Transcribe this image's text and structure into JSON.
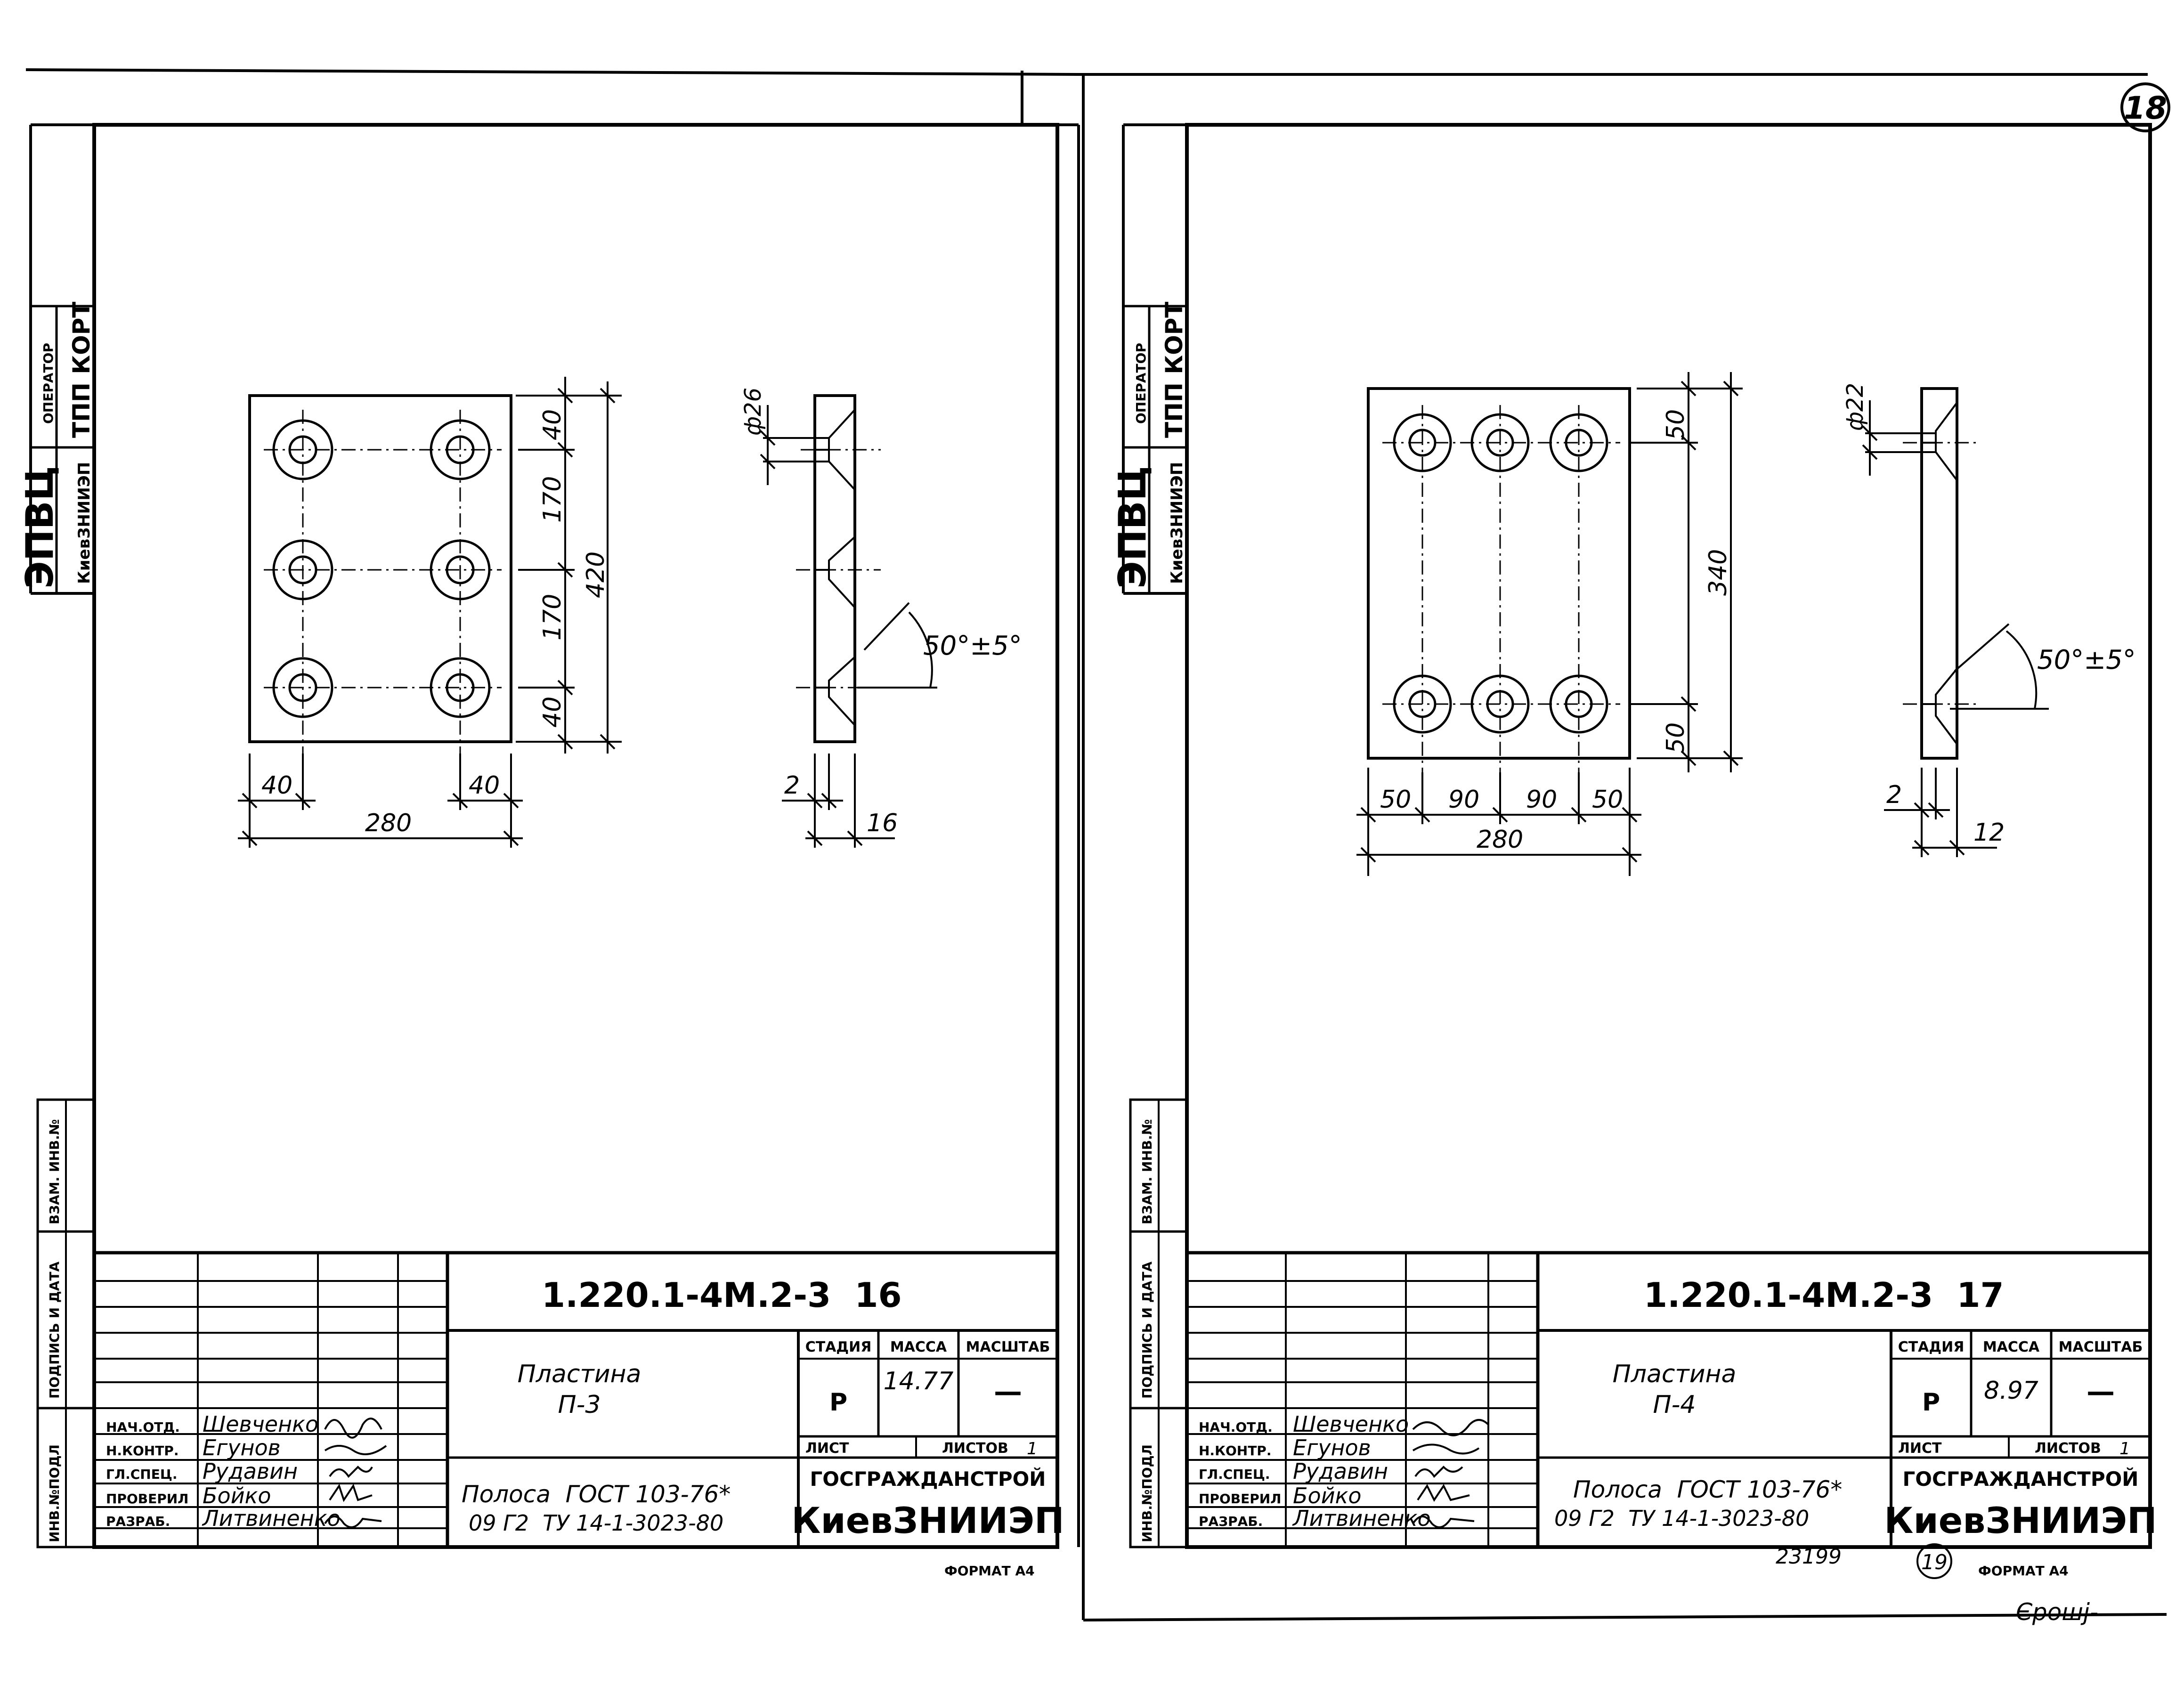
{
  "page_number": "18",
  "sheet_stamp": "19",
  "archive_number": "23199",
  "handwritten_mark": "Єрошј-",
  "sheets": [
    {
      "id": "left",
      "side_stamp": {
        "org": "ЭПВЦ",
        "suborg": "КиевЗНИИЭП",
        "operator_label": "ОПЕРАТОР",
        "operator_value": "ТПП КОРТ"
      },
      "side_labels": {
        "vzam": "ВЗАМ. ИНВ.№",
        "podpis": "ПОДПИСЬ И ДАТА",
        "inv": "ИНВ.№ПОДЛ"
      },
      "drawing": {
        "dims_right": [
          "40",
          "170",
          "170",
          "40"
        ],
        "dim_total_height": "420",
        "dims_bottom": [
          "40",
          "40"
        ],
        "dim_total_width": "280",
        "hole_dia": "ф26",
        "angle": "50°±5°",
        "section_gap": "2",
        "thickness": "16"
      },
      "title_block": {
        "doc_code": "1.220.1-4М.2-3  16",
        "name_line1": "Пластина",
        "name_line2": "П-3",
        "col_stage": "СТАДИЯ",
        "col_mass": "МАССА",
        "col_scale": "МАСШТАБ",
        "stage": "Р",
        "mass": "14.77",
        "scale": "—",
        "sheet_label": "ЛИСТ",
        "sheets_label": "ЛИСТОВ",
        "sheets_count": "1",
        "material_line1": "Полоса  ГОСТ 103-76*",
        "material_line2": "09 Г2  ТУ 14-1-3023-80",
        "org_line1": "ГОСГРАЖДАНСТРОЙ",
        "org_line2": "КиевЗНИИЭП",
        "format": "ФОРМАТ А4",
        "roles": [
          {
            "role": "НАЧ.ОТД.",
            "name": "Шевченко"
          },
          {
            "role": "Н.КОНТР.",
            "name": "Егунов"
          },
          {
            "role": "ГЛ.СПЕЦ.",
            "name": "Рудавин"
          },
          {
            "role": "ПРОВЕРИЛ",
            "name": "Бойко"
          },
          {
            "role": "РАЗРАБ.",
            "name": "Литвиненко"
          }
        ]
      }
    },
    {
      "id": "right",
      "side_stamp": {
        "org": "ЭПВЦ",
        "suborg": "КиевЗНИИЭП",
        "operator_label": "ОПЕРАТОР",
        "operator_value": "ТПП КОРТ"
      },
      "side_labels": {
        "vzam": "ВЗАМ. ИНВ.№",
        "podpis": "ПОДПИСЬ И ДАТА",
        "inv": "ИНВ.№ПОДЛ"
      },
      "drawing": {
        "dims_right": [
          "50",
          "340",
          "50"
        ],
        "dims_bottom": [
          "50",
          "90",
          "90",
          "50"
        ],
        "dim_total_width": "280",
        "hole_dia": "ф22",
        "angle": "50°±5°",
        "section_gap": "2",
        "thickness": "12"
      },
      "title_block": {
        "doc_code": "1.220.1-4М.2-3  17",
        "name_line1": "Пластина",
        "name_line2": "П-4",
        "col_stage": "СТАДИЯ",
        "col_mass": "МАССА",
        "col_scale": "МАСШТАБ",
        "stage": "Р",
        "mass": "8.97",
        "scale": "—",
        "sheet_label": "ЛИСТ",
        "sheets_label": "ЛИСТОВ",
        "sheets_count": "1",
        "material_line1": "Полоса  ГОСТ 103-76*",
        "material_line2": "09 Г2  ТУ 14-1-3023-80",
        "org_line1": "ГОСГРАЖДАНСТРОЙ",
        "org_line2": "КиевЗНИИЭП",
        "format": "ФОРМАТ А4",
        "roles": [
          {
            "role": "НАЧ.ОТД.",
            "name": "Шевченко"
          },
          {
            "role": "Н.КОНТР.",
            "name": "Егунов"
          },
          {
            "role": "ГЛ.СПЕЦ.",
            "name": "Рудавин"
          },
          {
            "role": "ПРОВЕРИЛ",
            "name": "Бойко"
          },
          {
            "role": "РАЗРАБ.",
            "name": "Литвиненко"
          }
        ]
      }
    }
  ]
}
